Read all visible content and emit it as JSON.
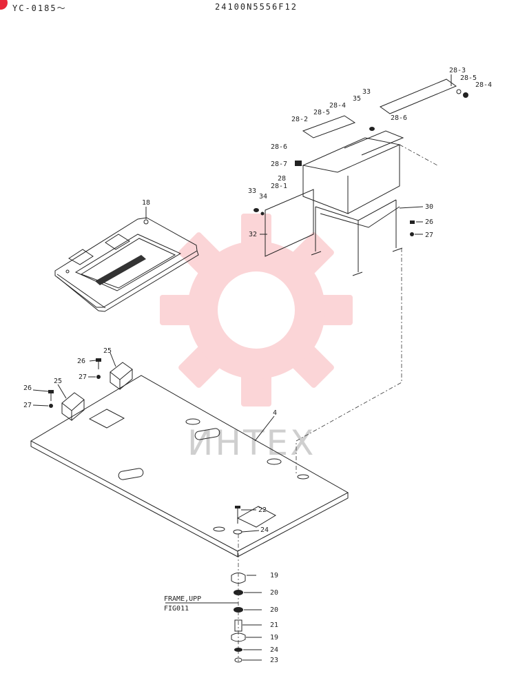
{
  "header": {
    "model_code": "YC-0185～",
    "part_number": "24100N5556F12"
  },
  "watermark": {
    "text": "ИНТЕХ",
    "color": "#f7a3a8"
  },
  "reference": {
    "line1": "FRAME,UPP",
    "line2": "FIG011"
  },
  "callouts": {
    "c18": "18",
    "c4": "4",
    "c25a": "25",
    "c26a": "26",
    "c27a": "27",
    "c25b": "25",
    "c26b": "26",
    "c27b": "27",
    "c22": "22",
    "c24a": "24",
    "c19a": "19",
    "c20a": "20",
    "c20b": "20",
    "c21": "21",
    "c19b": "19",
    "c24b": "24",
    "c23": "23",
    "c28_3": "28-3",
    "c28_5a": "28-5",
    "c28_4a": "28-4",
    "c33a": "33",
    "c35": "35",
    "c28_4b": "28-4",
    "c28_5b": "28-5",
    "c28_2": "28-2",
    "c28_6a": "28-6",
    "c28_6b": "28-6",
    "c28_7": "28-7",
    "c28": "28",
    "c28_1": "28-1",
    "c33b": "33",
    "c34": "34",
    "c32": "32",
    "c30": "30",
    "c26c": "26",
    "c27c": "27"
  }
}
